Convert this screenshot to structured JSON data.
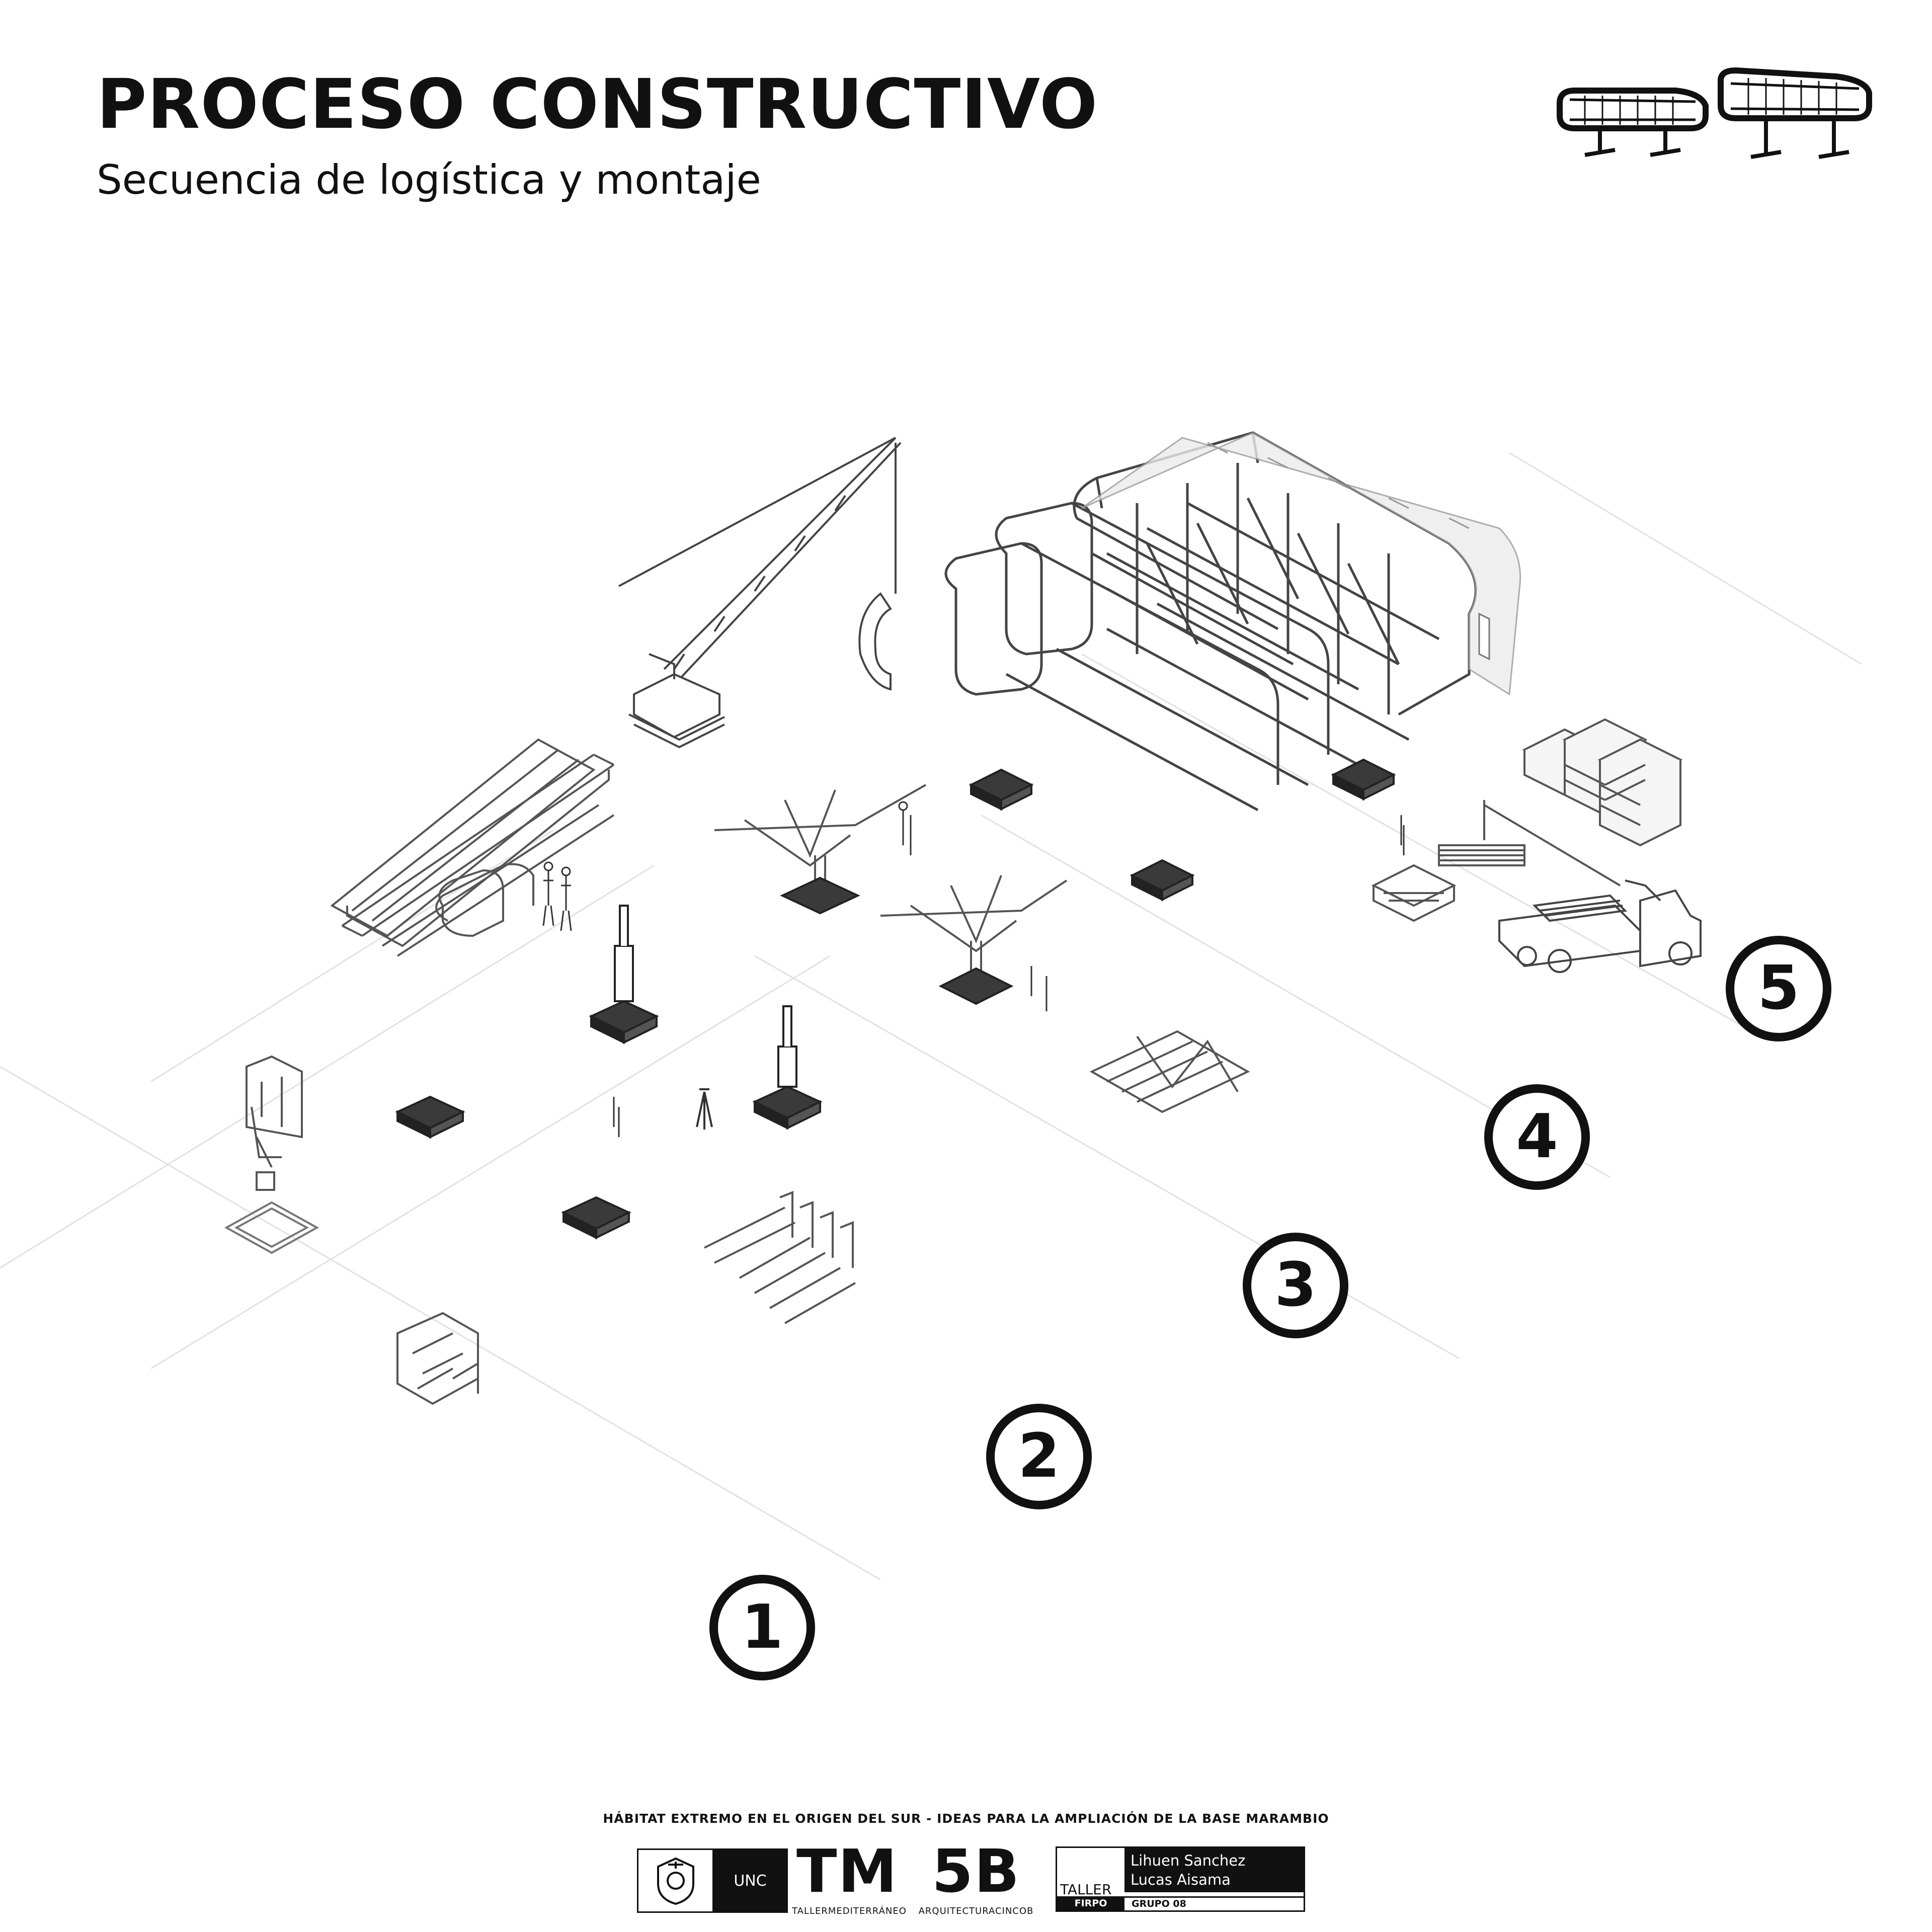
{
  "header": {
    "title": "PROCESO CONSTRUCTIVO",
    "subtitle": "Secuencia de logística y montaje"
  },
  "steps": [
    "1",
    "2",
    "3",
    "4",
    "5"
  ],
  "footer": {
    "title": "HÁBITAT EXTREMO EN EL ORIGEN DEL SUR - IDEAS PARA LA AMPLIACIÓN DE LA BASE MARAMBIO",
    "unc_label": "UNC",
    "tm_big": "TM",
    "tm_small": "TALLERMEDITERRÁNEO",
    "b5_big": "5B",
    "b5_small": "ARQUITECTURACINCOB",
    "taller_label": "TALLER",
    "author_1": "Lihuen Sanchez",
    "author_2": "Lucas Aisama",
    "firpo": "FIRPO",
    "grupo": "GRUPO 08"
  },
  "colors": {
    "ink": "#111111",
    "pad": "#3a3a3a",
    "line": "#555555",
    "ground": "#e2e2e2"
  },
  "icons": [
    "crane-icon",
    "excavator-icon",
    "bulldozer-icon",
    "truck-icon",
    "worker-icon",
    "module-frame-icon",
    "university-seal-icon"
  ]
}
